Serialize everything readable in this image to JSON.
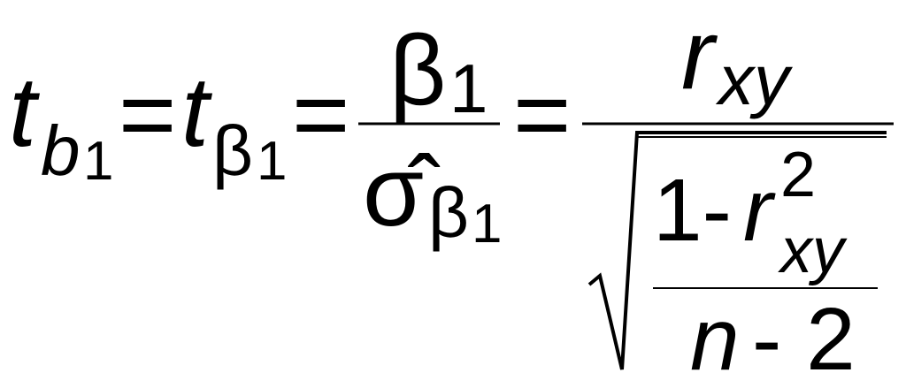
{
  "formula": {
    "lhs": {
      "symbol": "t",
      "sub": "b",
      "subsub": "1"
    },
    "eq1": "=",
    "mid": {
      "symbol": "t",
      "sub": "β",
      "subsub": "1"
    },
    "eq2": "=",
    "frac1": {
      "num": {
        "symbol": "β",
        "sub": "1"
      },
      "den": {
        "symbol": "σ̂",
        "sub": "β",
        "subsub": "1"
      }
    },
    "eq3": "=",
    "frac2": {
      "num": {
        "symbol": "r",
        "sub": "xy"
      },
      "den": {
        "inner_num": {
          "one_minus": "1-",
          "symbol": "r",
          "sup": "2",
          "sub": "xy"
        },
        "inner_den": {
          "n": "n",
          "minus_two": "- 2"
        }
      }
    },
    "colors": {
      "ink": "#000000",
      "background": "#ffffff"
    }
  }
}
